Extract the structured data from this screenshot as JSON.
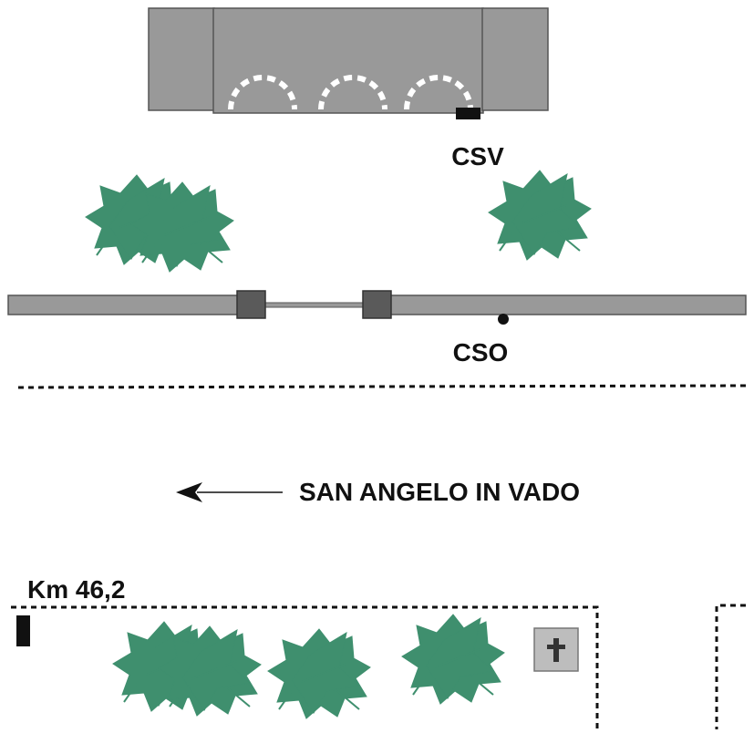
{
  "labels": {
    "csv": "CSV",
    "cso": "CSO",
    "direction": "SAN ANGELO IN VADO",
    "km_marker": "Km 46,2"
  },
  "icons": {
    "direction_arrow": "arrow-left-icon",
    "chapel": "cross-icon",
    "tree": "tree-icon"
  },
  "colors": {
    "building": "#999999",
    "building_stroke": "#555555",
    "road": "#999999",
    "gate_post": "#5a5a5a",
    "tree": "#3f8f6e",
    "marker": "#111111",
    "chapel_fill": "#bdbdbd"
  }
}
